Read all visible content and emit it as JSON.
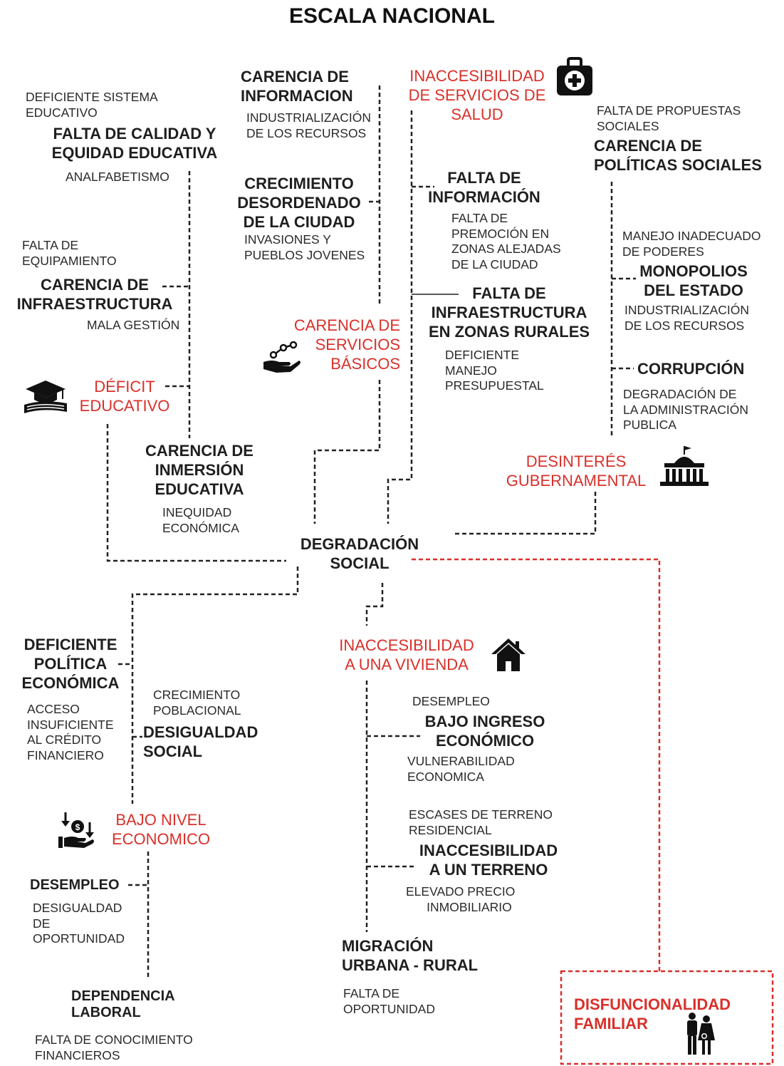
{
  "title": "ESCALA NACIONAL",
  "colors": {
    "accent": "#d9302a",
    "text": "#1f1f1f",
    "line": "#222222"
  },
  "nodes": {
    "center": "DEGRADACIÓN\nSOCIAL",
    "deficiente_sistema": "DEFICIENTE SISTEMA\nEDUCATIVO",
    "falta_calidad": "FALTA DE CALIDAD Y\nEQUIDAD EDUCATIVA",
    "analfabetismo": "ANALFABETISMO",
    "falta_equipamiento": "FALTA DE\nEQUIPAMIENTO",
    "carencia_infra": "CARENCIA DE\nINFRAESTRUCTURA",
    "mala_gestion": "MALA GESTIÓN",
    "deficit_educativo": "DÉFICIT\nEDUCATIVO",
    "carencia_inmersion": "CARENCIA DE\nINMERSIÓN\nEDUCATIVA",
    "inequidad": "INEQUIDAD\nECONÓMICA",
    "carencia_informacion": "CARENCIA DE\nINFORMACION",
    "industrializacion_1": "INDUSTRIALIZACIÓN\nDE LOS RECURSOS",
    "crecimiento_desordenado": "CRECIMIENTO\nDESORDENADO\nDE LA CIUDAD",
    "invasiones": "INVASIONES Y\nPUEBLOS JOVENES",
    "carencia_servicios": "CARENCIA DE\nSERVICIOS\nBÁSICOS",
    "inaccesibilidad_salud": "INACCESIBILIDAD\nDE SERVICIOS DE\nSALUD",
    "falta_informacion": "FALTA DE\nINFORMACIÓN",
    "falta_premocion": "FALTA DE\nPREMOCIÓN EN\nZONAS ALEJADAS\nDE LA CIUDAD",
    "falta_infra_rural": "FALTA DE\nINFRAESTRUCTURA\nEN ZONAS RURALES",
    "deficiente_manejo": "DEFICIENTE\nMANEJO\nPRESUPUESTAL",
    "falta_propuestas": "FALTA DE PROPUESTAS\nSOCIALES",
    "carencia_politicas": "CARENCIA DE\nPOLÍTICAS SOCIALES",
    "manejo_inadecuado": "MANEJO INADECUADO\nDE PODERES",
    "monopolios": "MONOPOLIOS\nDEL ESTADO",
    "industrializacion_2": "INDUSTRIALIZACIÓN\nDE LOS RECURSOS",
    "corrupcion": "CORRUPCIÓN",
    "degradacion_admin": "DEGRADACIÓN DE\nLA ADMINISTRACIÓN\nPUBLICA",
    "desinteres": "DESINTERÉS\nGUBERNAMENTAL",
    "deficiente_politica": "DEFICIENTE\nPOLÍTICA\nECONÓMICA",
    "acceso_credito": "ACCESO\nINSUFICIENTE\nAL CRÉDITO\nFINANCIERO",
    "crecimiento_poblacional": "CRECIMIENTO\nPOBLACIONAL",
    "desigualdad_social": "DESIGUALDAD\nSOCIAL",
    "bajo_nivel": "BAJO NIVEL\nECONOMICO",
    "desempleo_1": "DESEMPLEO",
    "desigualdad_oportunidad": "DESIGUALDAD\nDE\nOPORTUNIDAD",
    "dependencia": "DEPENDENCIA\nLABORAL",
    "falta_conocimiento": "FALTA DE CONOCIMIENTO\nFINANCIEROS",
    "inaccesibilidad_vivienda": "INACCESIBILIDAD\nA UNA VIVIENDA",
    "desempleo_2": "DESEMPLEO",
    "bajo_ingreso": "BAJO INGRESO\nECONÓMICO",
    "vulnerabilidad": "VULNERABILIDAD\nECONOMICA",
    "escases": "ESCASES DE TERRENO\nRESIDENCIAL",
    "inaccesibilidad_terreno": "INACCESIBILIDAD\nA UN TERRENO",
    "elevado_precio": "ELEVADO PRECIO\n      INMOBILIARIO",
    "migracion": "MIGRACIÓN\nURBANA - RURAL",
    "falta_oportunidad": "FALTA DE\nOPORTUNIDAD",
    "disfuncionalidad": "DISFUNCIONALIDAD\nFAMILIAR"
  },
  "icons": [
    "medical-kit-icon",
    "graduation-cap-icon",
    "service-hand-icon",
    "government-building-icon",
    "house-icon",
    "money-hand-icon",
    "family-icon"
  ]
}
